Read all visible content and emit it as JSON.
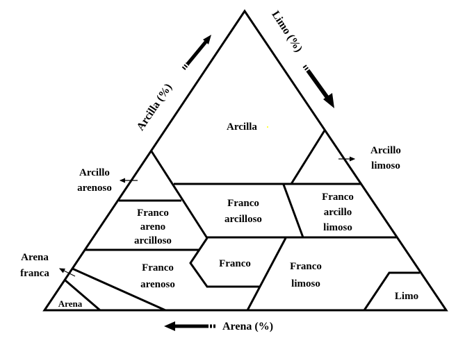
{
  "diagram": {
    "title_axes": {
      "clay_axis": "Arcilla (%)",
      "silt_axis": "Limo (%)",
      "sand_axis": "Arena (%)"
    },
    "regions": [
      {
        "id": "arcilla",
        "lines": [
          "Arcilla"
        ]
      },
      {
        "id": "arcillo-limoso",
        "lines": [
          "Arcillo",
          "limoso"
        ]
      },
      {
        "id": "arcillo-arenoso",
        "lines": [
          "Arcillo",
          "arenoso"
        ]
      },
      {
        "id": "franco-arcilloso",
        "lines": [
          "Franco",
          "arcilloso"
        ]
      },
      {
        "id": "franco-arcillo-limoso",
        "lines": [
          "Franco",
          "arcillo",
          "limoso"
        ]
      },
      {
        "id": "franco-areno-arcilloso",
        "lines": [
          "Franco",
          "areno",
          "arcilloso"
        ]
      },
      {
        "id": "franco",
        "lines": [
          "Franco"
        ]
      },
      {
        "id": "franco-arenoso",
        "lines": [
          "Franco",
          "arenoso"
        ]
      },
      {
        "id": "franco-limoso",
        "lines": [
          "Franco",
          "limoso"
        ]
      },
      {
        "id": "limo",
        "lines": [
          "Limo"
        ]
      },
      {
        "id": "arena",
        "lines": [
          "Arena"
        ]
      },
      {
        "id": "arena-franca",
        "lines": [
          "Arena",
          "franca"
        ]
      }
    ],
    "colors": {
      "line": "#000000",
      "background": "#ffffff",
      "marker": "#ffff00"
    }
  }
}
